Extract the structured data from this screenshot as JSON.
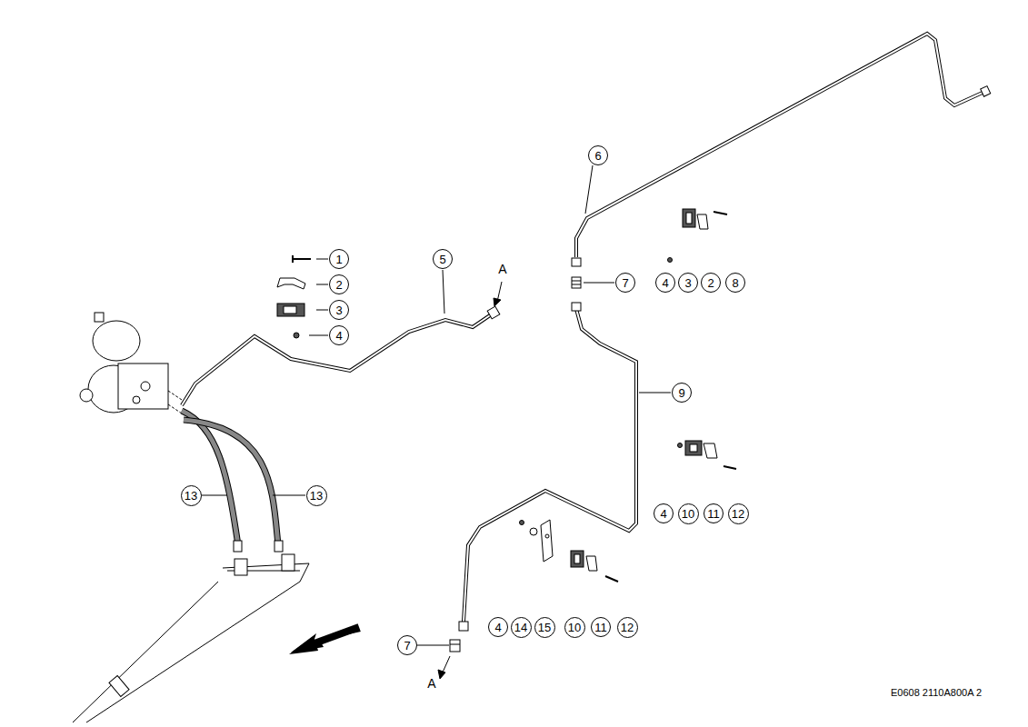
{
  "diagram": {
    "nodes": [
      {
        "text": [
          "6"
        ]
      },
      {
        "text": [
          "1"
        ]
      },
      {
        "text": [
          "5"
        ]
      },
      {
        "text": [
          "7"
        ]
      },
      {
        "text": [
          "4"
        ]
      },
      {
        "text": [
          "3"
        ]
      },
      {
        "text": [
          "2"
        ]
      },
      {
        "text": [
          "8"
        ]
      },
      {
        "text": [
          "2"
        ]
      },
      {
        "text": [
          "3"
        ]
      },
      {
        "text": [
          "4"
        ]
      },
      {
        "text": [
          "9"
        ]
      },
      {
        "text": [
          "13"
        ]
      },
      {
        "text": [
          "13"
        ]
      },
      {
        "text": [
          "4"
        ]
      },
      {
        "text": [
          "10"
        ]
      },
      {
        "text": [
          "11"
        ]
      },
      {
        "text": [
          "12"
        ]
      },
      {
        "text": [
          "4"
        ]
      },
      {
        "text": [
          "14"
        ]
      },
      {
        "text": [
          "15"
        ]
      },
      {
        "text": [
          "10"
        ]
      },
      {
        "text": [
          "11"
        ]
      },
      {
        "text": [
          "12"
        ]
      },
      {
        "text": [
          "7"
        ]
      }
    ],
    "labels": [
      "A",
      "A",
      "E0608 2110A800A 2"
    ]
  }
}
